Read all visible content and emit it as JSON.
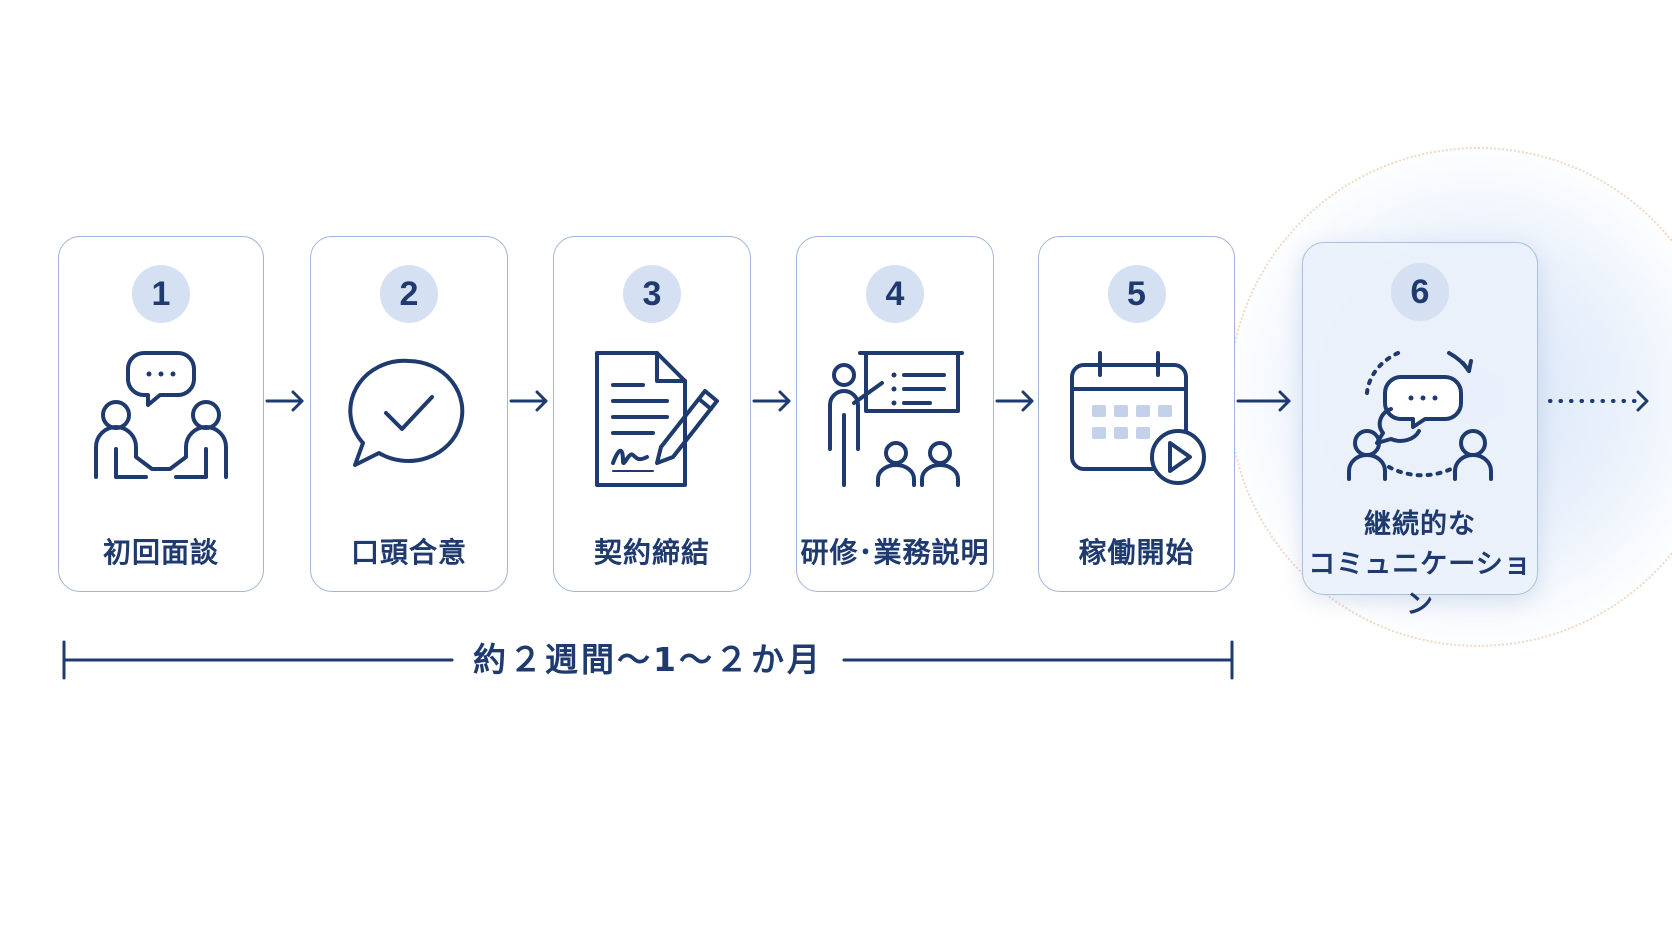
{
  "steps": [
    {
      "number": "1",
      "label": "初回面談",
      "icon": "meeting-chat-icon"
    },
    {
      "number": "2",
      "label": "口頭合意",
      "icon": "checkmark-speech-bubble-icon"
    },
    {
      "number": "3",
      "label": "契約締結",
      "icon": "contract-signing-icon"
    },
    {
      "number": "4",
      "label": "研修･業務説明",
      "icon": "training-presentation-icon"
    },
    {
      "number": "5",
      "label": "稼働開始",
      "icon": "calendar-start-icon"
    },
    {
      "number": "6",
      "label_line1": "継続的な",
      "label_line2": "コミュニケーション",
      "icon": "continuous-communication-icon"
    }
  ],
  "timeline": {
    "label": "約２週間～1～２か月"
  },
  "colors": {
    "primary": "#1e3a6e",
    "badge": "#d5e1f3",
    "card_border": "#9fb6d8",
    "highlight": "#eaf1fb",
    "ring": "#f3d9c2"
  }
}
